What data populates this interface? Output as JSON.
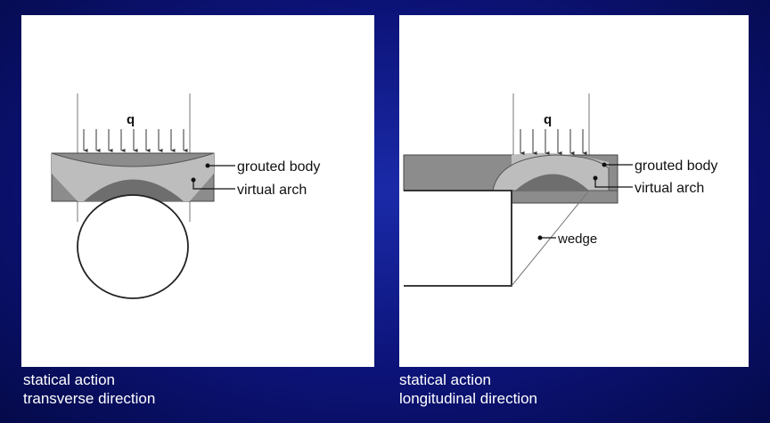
{
  "left_panel": {
    "load_symbol": "q",
    "label_grouted_body": "grouted body",
    "label_virtual_arch": "virtual arch",
    "caption_line1": "statical action",
    "caption_line2": "transverse direction"
  },
  "right_panel": {
    "load_symbol": "q",
    "label_grouted_body": "grouted body",
    "label_virtual_arch": "virtual arch",
    "label_wedge": "wedge",
    "caption_line1": "statical action",
    "caption_line2": "longitudinal direction"
  },
  "colors": {
    "background": "#0c1378",
    "grouted_body": "#8c8c8c",
    "zone": "#bdbdbd",
    "arch": "#6e6e6e",
    "caption_text": "#ffffff"
  }
}
